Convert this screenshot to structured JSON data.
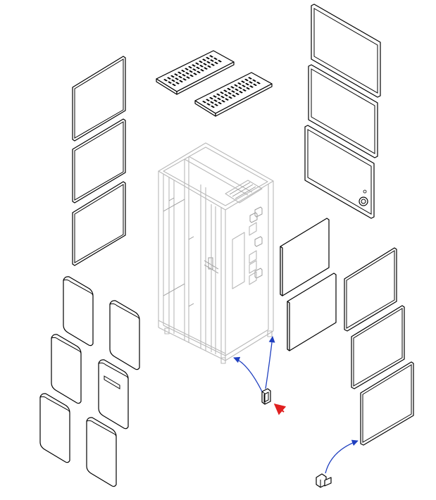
{
  "diagram": {
    "background": "#ffffff",
    "line_color": "#000000",
    "cabinet_color": "#b8b8b8",
    "arrow_blue": "#1f3fbf",
    "arrow_red": "#e02020",
    "parts": [
      "cabinet-frame",
      "top-vent-cover",
      "side-panel",
      "front-door",
      "rear-door-with-lock",
      "small-filler-panel",
      "base-trim-panel",
      "panel-latch"
    ]
  }
}
